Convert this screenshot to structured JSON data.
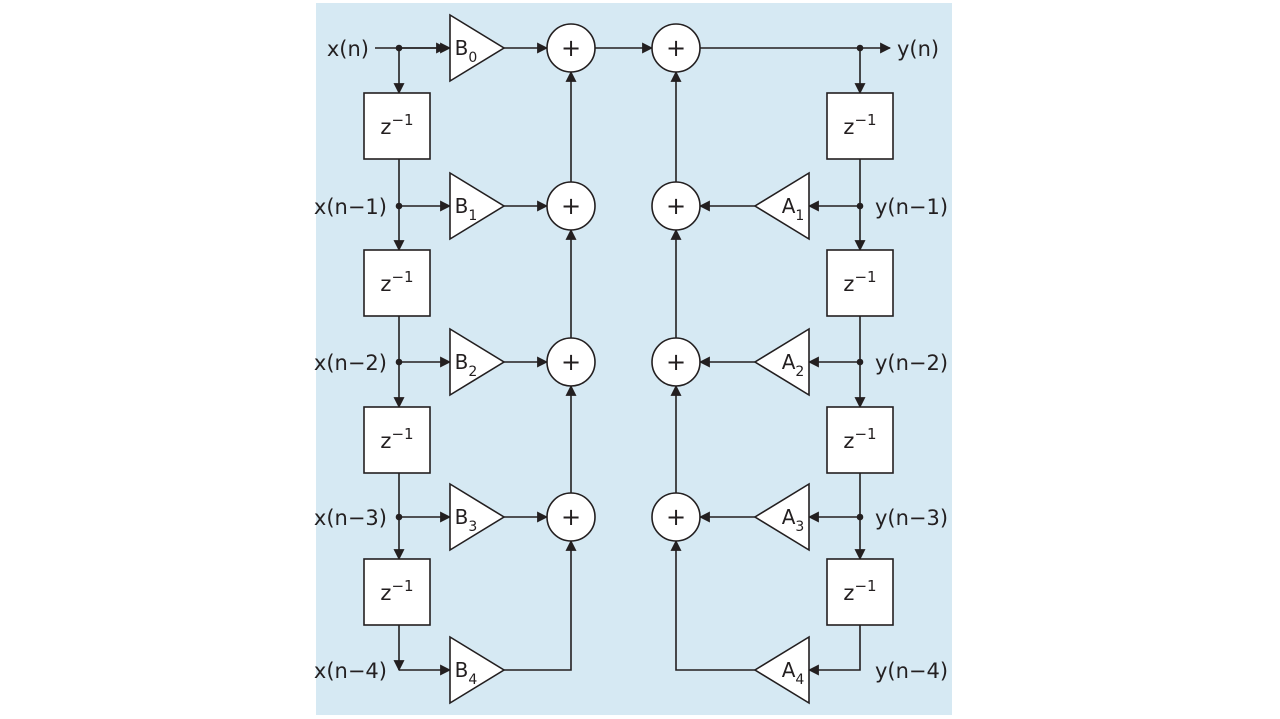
{
  "colors": {
    "background": "#d6e9f3",
    "stroke": "#231f20",
    "block_fill": "#ffffff",
    "page": "#ffffff"
  },
  "icons": {
    "adder": "circle-plus",
    "gain": "triangle-amplifier",
    "delay": "square-box",
    "junction": "dot"
  },
  "adder_symbol": "+",
  "delay": {
    "base": "z",
    "exp": "−1"
  },
  "inputs": [
    "x(n)",
    "x(n−1)",
    "x(n−2)",
    "x(n−3)",
    "x(n−4)"
  ],
  "outputs": [
    "y(n)",
    "y(n−1)",
    "y(n−2)",
    "y(n−3)",
    "y(n−4)"
  ],
  "feedforward_gains": [
    {
      "base": "B",
      "sub": "0"
    },
    {
      "base": "B",
      "sub": "1"
    },
    {
      "base": "B",
      "sub": "2"
    },
    {
      "base": "B",
      "sub": "3"
    },
    {
      "base": "B",
      "sub": "4"
    }
  ],
  "feedback_gains": [
    {
      "base": "A",
      "sub": "1"
    },
    {
      "base": "A",
      "sub": "2"
    },
    {
      "base": "A",
      "sub": "3"
    },
    {
      "base": "A",
      "sub": "4"
    }
  ]
}
